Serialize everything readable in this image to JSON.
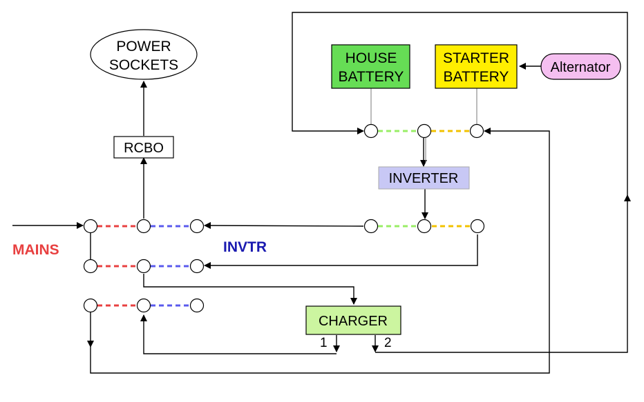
{
  "nodes": {
    "power_sockets": {
      "line1": "POWER",
      "line2": "SOCKETS"
    },
    "rcbo": "RCBO",
    "house_battery": {
      "line1": "HOUSE",
      "line2": "BATTERY",
      "color": "#66dd55"
    },
    "starter_battery": {
      "line1": "STARTER",
      "line2": "BATTERY",
      "color": "#ffee00"
    },
    "alternator": {
      "label": "Alternator",
      "color": "#f5bff0"
    },
    "inverter": {
      "label": "INVERTER",
      "color": "#c8c8f5"
    },
    "charger": {
      "label": "CHARGER",
      "color": "#ccf5a0"
    }
  },
  "labels": {
    "mains": "MAINS",
    "invtr": "INVTR",
    "output_1": "1",
    "output_2": "2"
  },
  "colors": {
    "mains": "#e84040",
    "invtr": "#1a1ab0",
    "dash_red": "#e84040",
    "dash_blue": "#5a5aee",
    "dash_green": "#99ee66",
    "dash_yellow": "#f2c200",
    "terminal_green": "#66dd55",
    "terminal_orange": "#f2b800",
    "terminal_red": "#ee2222"
  }
}
